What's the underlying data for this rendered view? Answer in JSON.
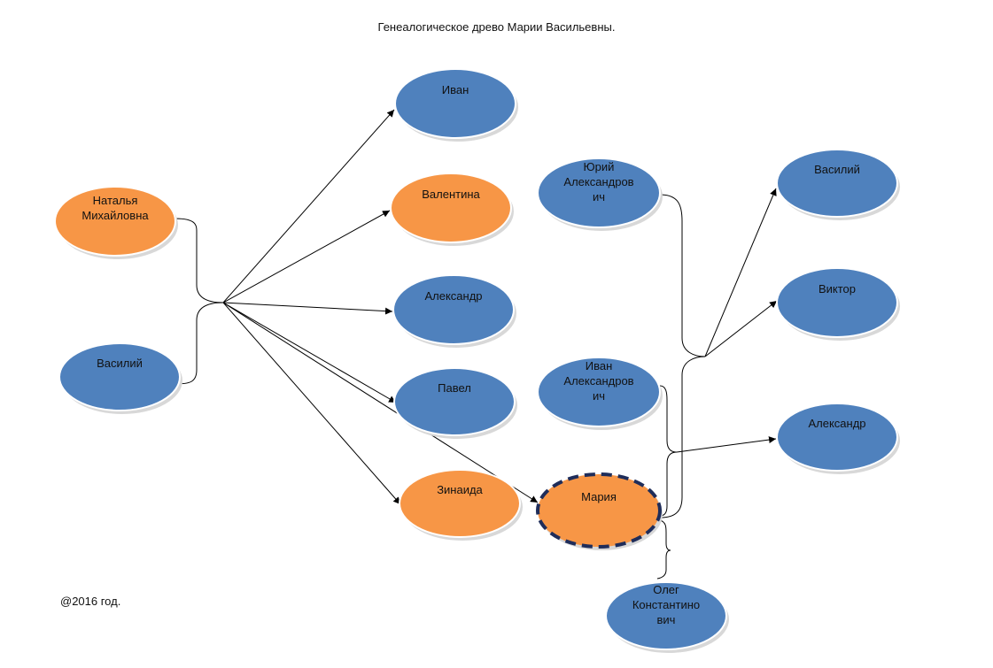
{
  "title": "Генеалогическое древо Марии Васильевны.",
  "copyright": "@2016 год.",
  "colors": {
    "male": "#4F81BD",
    "female": "#F79646",
    "line": "#000000",
    "selected_border": "#1F2D5A"
  },
  "nodes": [
    {
      "id": "natalya",
      "lines": [
        "Наталья",
        "Михайловна"
      ],
      "gender": "female"
    },
    {
      "id": "vasiliy_father",
      "lines": [
        "Василий"
      ],
      "gender": "male"
    },
    {
      "id": "ivan_sibling",
      "lines": [
        "Иван"
      ],
      "gender": "male"
    },
    {
      "id": "valentina",
      "lines": [
        "Валентина"
      ],
      "gender": "female"
    },
    {
      "id": "aleksandr_sibling",
      "lines": [
        "Александр"
      ],
      "gender": "male"
    },
    {
      "id": "pavel",
      "lines": [
        "Павел"
      ],
      "gender": "male"
    },
    {
      "id": "zinaida",
      "lines": [
        "Зинаида"
      ],
      "gender": "female"
    },
    {
      "id": "yuriy",
      "lines": [
        "Юрий",
        "Александров",
        "ич"
      ],
      "gender": "male"
    },
    {
      "id": "ivan_husband",
      "lines": [
        "Иван",
        "Александров",
        "ич"
      ],
      "gender": "male"
    },
    {
      "id": "mariya",
      "lines": [
        "Мария"
      ],
      "gender": "female",
      "selected": true
    },
    {
      "id": "oleg",
      "lines": [
        "Олег",
        "Константино",
        "вич"
      ],
      "gender": "male"
    },
    {
      "id": "vasiliy_child",
      "lines": [
        "Василий"
      ],
      "gender": "male"
    },
    {
      "id": "viktor",
      "lines": [
        "Виктор"
      ],
      "gender": "male"
    },
    {
      "id": "aleksandr_child",
      "lines": [
        "Александр"
      ],
      "gender": "male"
    }
  ]
}
